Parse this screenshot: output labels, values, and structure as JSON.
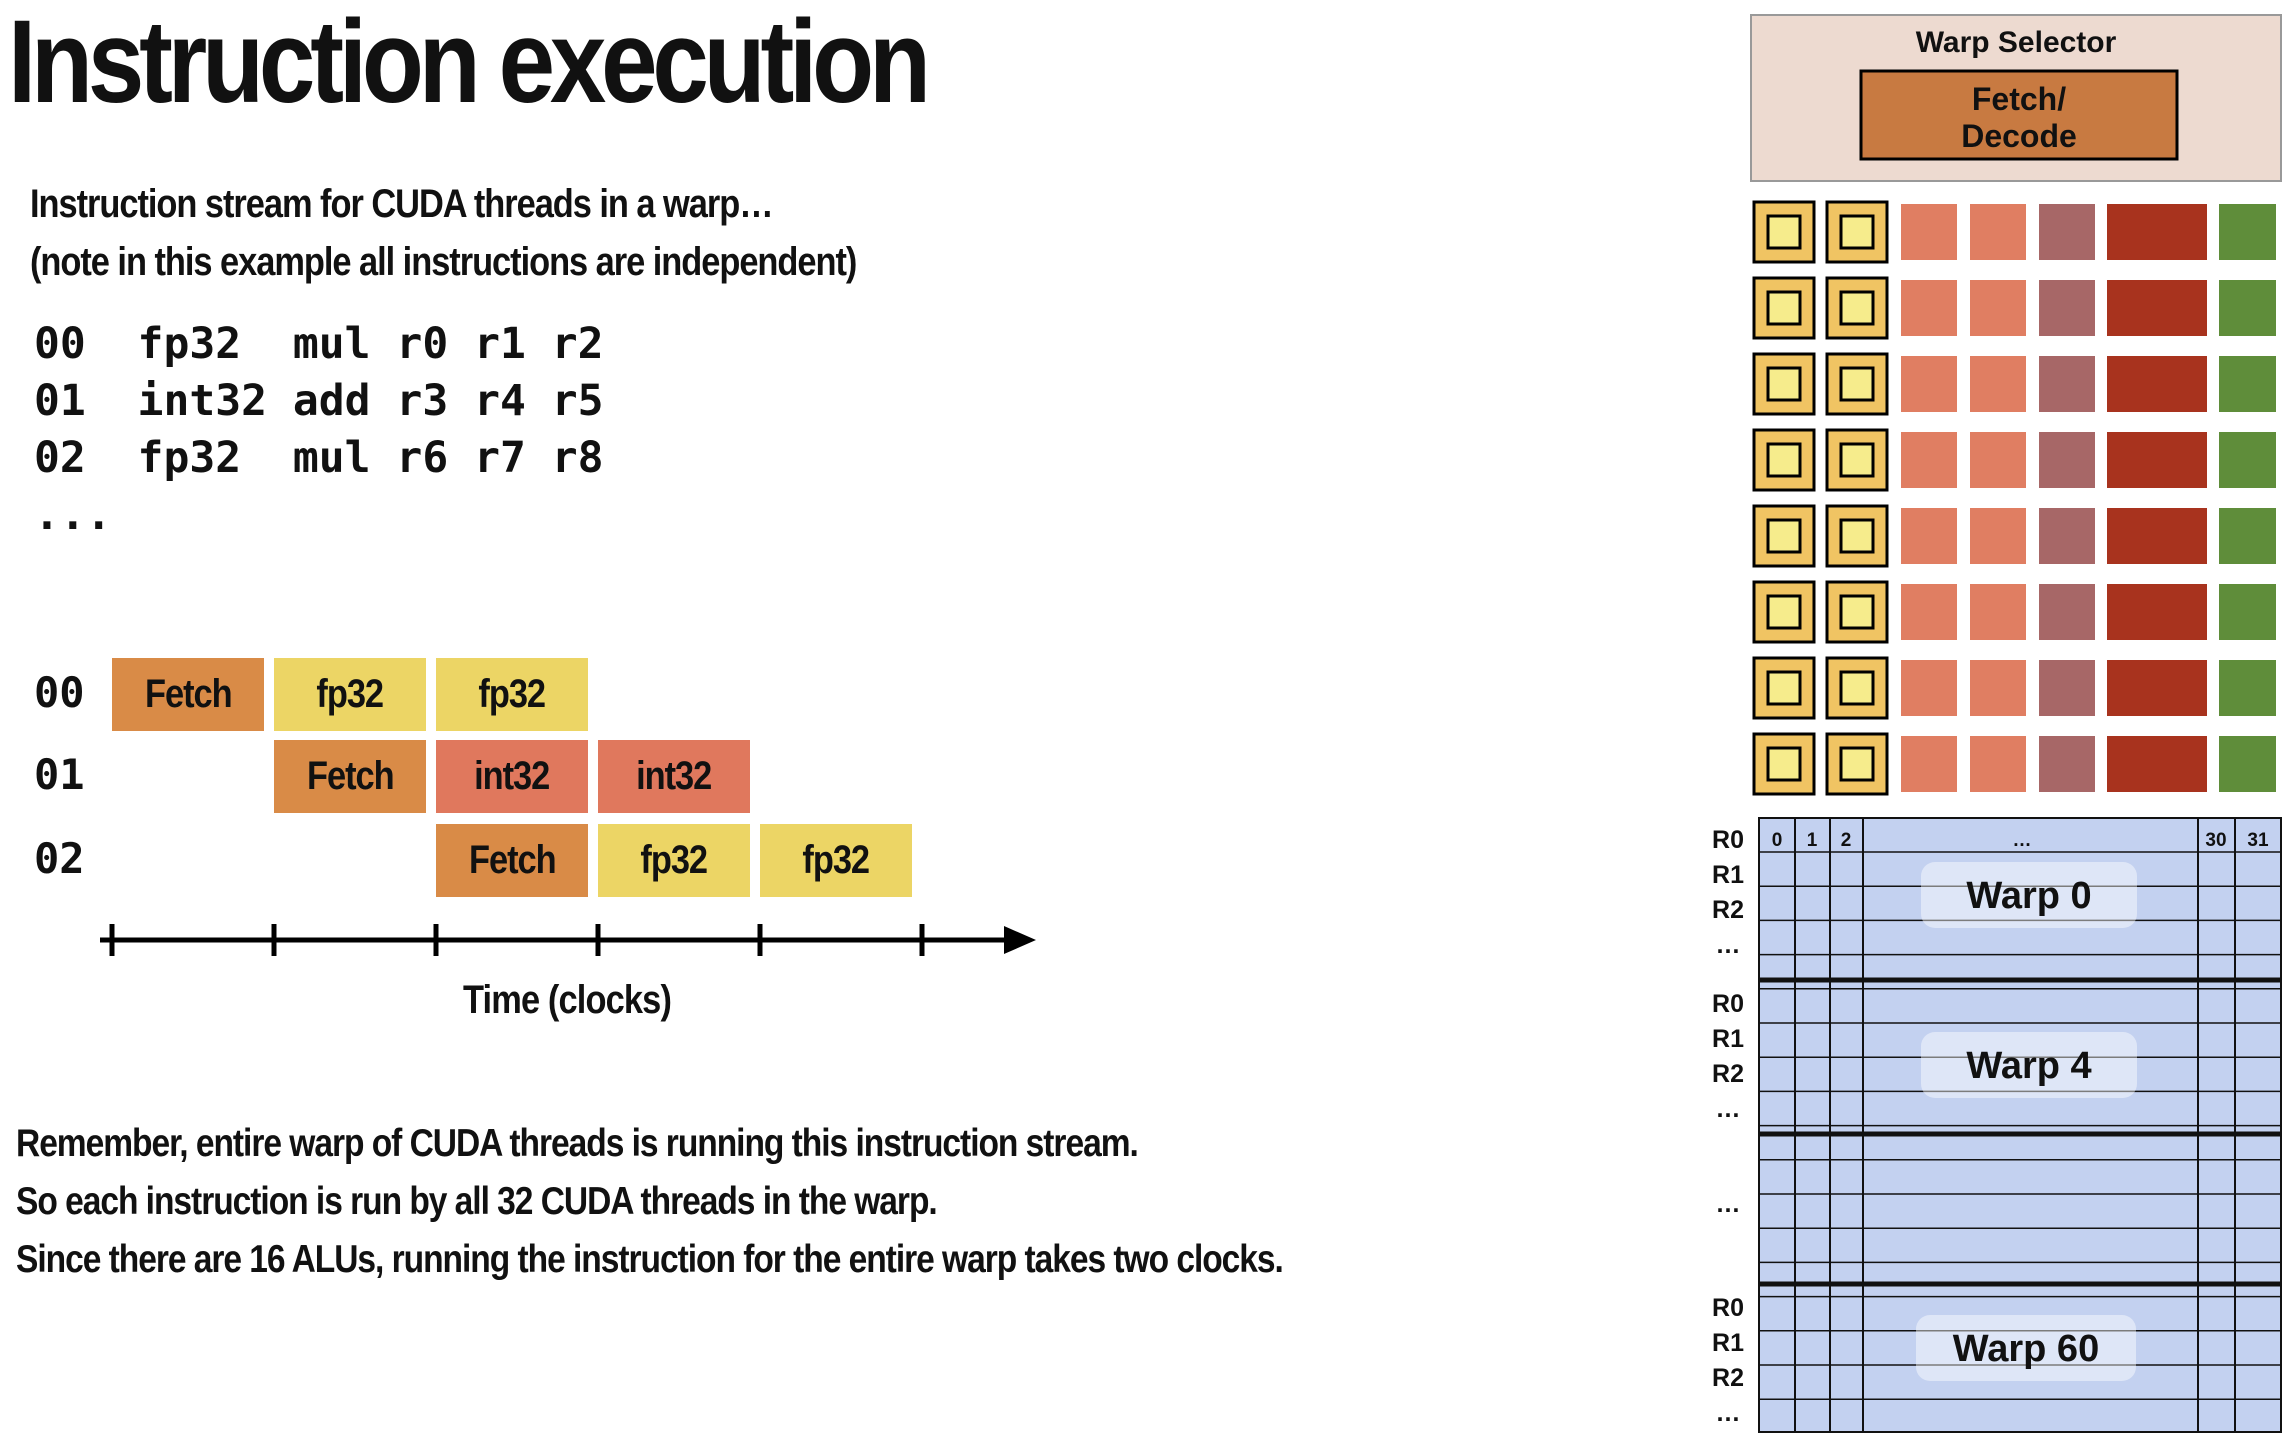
{
  "title": "Instruction execution",
  "subtitle_line1": "Instruction stream for CUDA threads in a warp…",
  "subtitle_line2": "(note in this example all instructions are independent)",
  "code_lines": [
    "00  fp32  mul r0 r1 r2",
    "01  int32 add r3 r4 r5",
    "02  fp32  mul r6 r7 r8",
    "..."
  ],
  "timeline": {
    "rows": [
      {
        "label": "00",
        "blocks": [
          {
            "text": "Fetch",
            "kind": "fetch",
            "start": 0
          },
          {
            "text": "fp32",
            "kind": "fp",
            "start": 1
          },
          {
            "text": "fp32",
            "kind": "fp",
            "start": 2
          }
        ]
      },
      {
        "label": "01",
        "blocks": [
          {
            "text": "Fetch",
            "kind": "fetch",
            "start": 1
          },
          {
            "text": "int32",
            "kind": "int",
            "start": 2
          },
          {
            "text": "int32",
            "kind": "int",
            "start": 3
          }
        ]
      },
      {
        "label": "02",
        "blocks": [
          {
            "text": "Fetch",
            "kind": "fetch",
            "start": 2
          },
          {
            "text": "fp32",
            "kind": "fp",
            "start": 3
          },
          {
            "text": "fp32",
            "kind": "fp",
            "start": 4
          }
        ]
      }
    ],
    "axis_label": "Time (clocks)"
  },
  "remarks": [
    "Remember, entire warp of CUDA threads is running this instruction stream.",
    "So each instruction is run by all 32 CUDA threads in the warp.",
    "Since there are 16 ALUs, running the instruction for the entire warp takes two clocks."
  ],
  "core": {
    "warp_selector": "Warp Selector",
    "fetch_decode_line1": "Fetch/",
    "fetch_decode_line2": "Decode",
    "unit_colors": [
      "#f0c463",
      "#e07e62",
      "#a76767",
      "#a8331e",
      "#5f8d3a"
    ]
  },
  "register_file": {
    "col_labels": [
      "0",
      "1",
      "2",
      "…",
      "30",
      "31"
    ],
    "groups": [
      {
        "regs": [
          "R0",
          "R1",
          "R2",
          "…"
        ],
        "warp": "Warp 0"
      },
      {
        "regs": [
          "R0",
          "R1",
          "R2",
          "…"
        ],
        "warp": "Warp 4"
      },
      {
        "regs": [
          "…"
        ],
        "warp": ""
      },
      {
        "regs": [
          "R0",
          "R1",
          "R2",
          "…"
        ],
        "warp": "Warp 60"
      }
    ],
    "fill_color": "#c3d1f0"
  }
}
